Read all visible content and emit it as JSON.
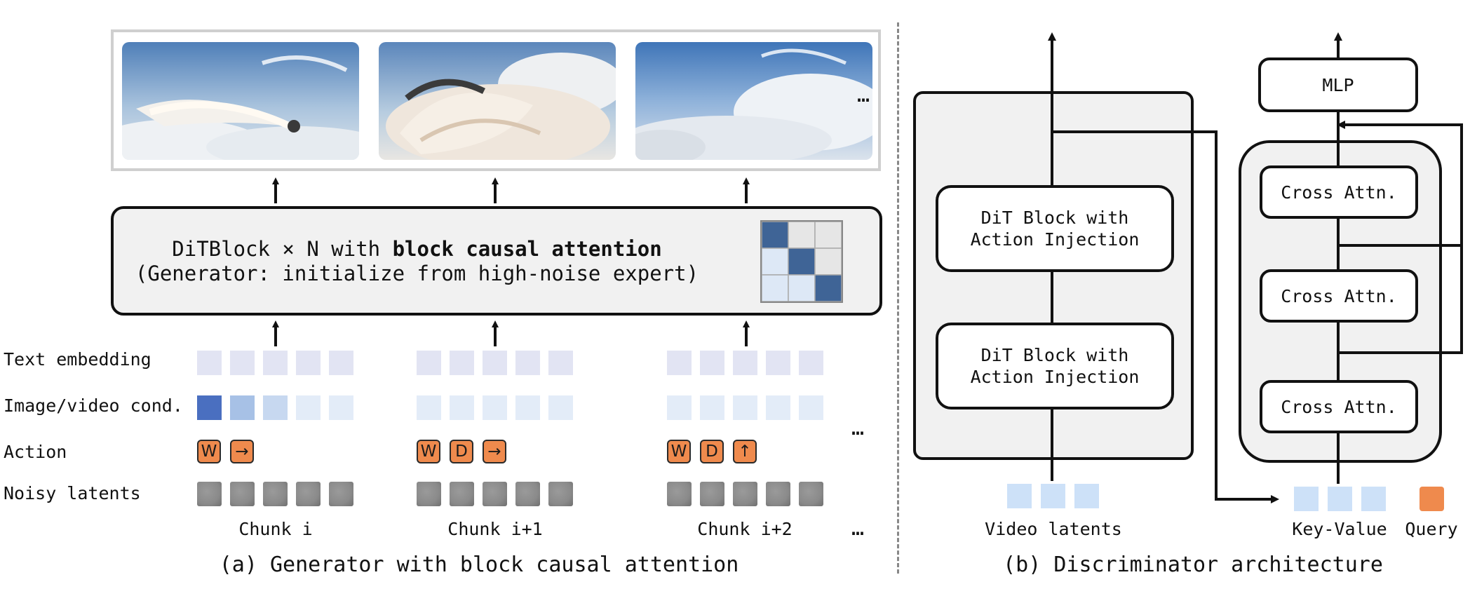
{
  "generator": {
    "block_line1_prefix": "DiTBlock × N with ",
    "block_line1_bold": "block causal attention",
    "block_line2": "(Generator: initialize from high-noise expert)",
    "row_labels": [
      "Text embedding",
      "Image/video cond.",
      "Action",
      "Noisy latents"
    ],
    "chunks": [
      "Chunk i",
      "Chunk i+1",
      "Chunk i+2"
    ],
    "actions": [
      [
        "W",
        "→"
      ],
      [
        "W",
        "D",
        "→"
      ],
      [
        "W",
        "D",
        "↑"
      ]
    ],
    "ellipsis": "…",
    "caption": "(a) Generator with block causal attention"
  },
  "discriminator": {
    "dit_block_1": "DiT Block with\nAction Injection",
    "dit_block_2": "DiT Block with\nAction Injection",
    "mlp": "MLP",
    "cross_attn": [
      "Cross Attn.",
      "Cross Attn.",
      "Cross Attn."
    ],
    "video_latents": "Video latents",
    "key_value": "Key-Value",
    "query": "Query",
    "caption": "(b) Discriminator architecture"
  },
  "colors": {
    "text_embed": "#e2e4f3",
    "cond_strong": "#4a6fc0",
    "cond_mid": "#a7c1e6",
    "cond_light": "#c7d8f0",
    "cond_faint": "#e3ecf8",
    "action_key": "#ef8a4d",
    "latent": "#8a8a8a",
    "mask_dark": "#3f6496",
    "mask_light": "#dde8f6",
    "mask_gray": "#e6e6e6",
    "block_fill": "#f1f1f1",
    "kv": "#cde1f8",
    "query": "#ef8a4d"
  }
}
